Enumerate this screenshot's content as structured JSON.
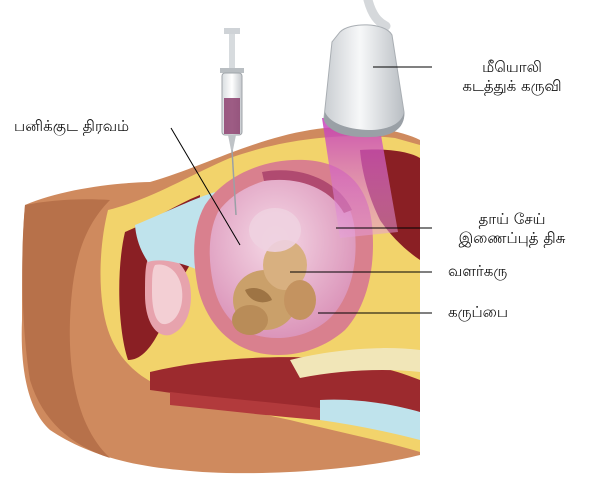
{
  "labels": {
    "transducer_line1": "மீயொலி",
    "transducer_line2": "கடத்துக் கருவி",
    "amniotic_fluid": "பனிக்குட திரவம்",
    "placenta_line1": "தாய் சேய்",
    "placenta_line2": "இணைப்புத் திசு",
    "fetus": "வளர்கரு",
    "uterus": "கருப்பை"
  },
  "colors": {
    "skin": "#cf8a5e",
    "muscle": "#8a1f24",
    "fat": "#f2d36b",
    "uterus_wall": "#d9808e",
    "amniotic": "#e9b8d0",
    "ultrasound_beam": "#c040b8",
    "transducer": "#e6e8ea",
    "fetus": "#caa06a",
    "leader_line": "#000000"
  }
}
